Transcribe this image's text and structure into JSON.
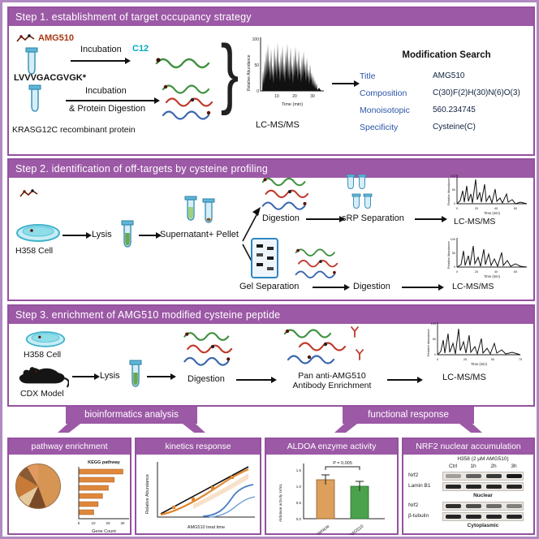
{
  "step1": {
    "header": "Step 1. establishment of target occupancy strategy",
    "amg510_label": "AMG510",
    "incubation1": "Incubation",
    "c12_label": "C12",
    "peptide": "LVVVGACGVGK*",
    "incubation2": "Incubation",
    "protein_digestion": "& Protein Digestion",
    "kras_label": "KRASG12C recombinant protein",
    "brace": "}",
    "lcms_label": "LC-MS/MS",
    "chrom": {
      "ylabel": "Relative Abundance",
      "xlabel": "Time (min)",
      "yticks": [
        "100",
        "50",
        "0"
      ],
      "xticks": [
        "10",
        "20",
        "30"
      ]
    },
    "search": {
      "heading": "Modification Search",
      "rows": [
        {
          "label": "Title",
          "value": "AMG510"
        },
        {
          "label": "Composition",
          "value": "C(30)F(2)H(30)N(6)O(3)"
        },
        {
          "label": "Monoisotopic",
          "value": "560.234745"
        },
        {
          "label": "Specificity",
          "value": "Cysteine(C)"
        }
      ]
    }
  },
  "step2": {
    "header": "Step 2. identification of off-targets by cysteine profiling",
    "cell_label": "H358 Cell",
    "lysis": "Lysis",
    "supernatant": "Supernatant+ Pellet",
    "digestion_top": "Digestion",
    "srp": "sRP Separation",
    "lcms_top": "LC-MS/MS",
    "gel": "Gel Separation",
    "digestion_bottom": "Digestion",
    "lcms_bottom": "LC-MS/MS",
    "chrom_top": {
      "ylabel": "Relative Abundance",
      "xlabel": "Time (min)",
      "yticks": [
        "100",
        "50",
        "0"
      ],
      "xticks": [
        "0",
        "20",
        "40",
        "60"
      ]
    },
    "chrom_bottom": {
      "ylabel": "Relative Abundance",
      "xlabel": "Time (min)",
      "yticks": [
        "100",
        "50",
        "0"
      ],
      "xticks": [
        "0",
        "20",
        "40",
        "60"
      ]
    }
  },
  "step3": {
    "header": "Step 3. enrichment of AMG510 modified cysteine peptide",
    "cell_label": "H358 Cell",
    "cdx_label": "CDX Model",
    "lysis": "Lysis",
    "digestion": "Digestion",
    "antibody_line1": "Pan anti-AMG510",
    "antibody_line2": "Antibody Enrichment",
    "lcms": "LC-MS/MS",
    "chrom": {
      "ylabel": "Relative Abundance",
      "xlabel": "Time (min)",
      "yticks": [
        "100",
        "50",
        "0"
      ],
      "xticks": [
        "0",
        "25",
        "50",
        "75"
      ]
    }
  },
  "banners": {
    "left": "bioinformatics analysis",
    "right": "functional response"
  },
  "pathway": {
    "header": "pathway enrichment",
    "chart": {
      "type": "bar",
      "title": "KEGG pathway",
      "xlabel": "Gene Count",
      "xticks": [
        "0",
        "10",
        "20",
        "30"
      ],
      "values": [
        30,
        24,
        20,
        16,
        13,
        10
      ]
    }
  },
  "kinetics": {
    "header": "kinetics response",
    "ylabel": "Relative Abundance",
    "xlabel": "AMG510 treat time"
  },
  "aldoa": {
    "header": "ALDOA enzyme activity",
    "pvalue": "P = 0.005",
    "ylabel": "Aldolase activity U/mL",
    "yticks": [
      "1.5",
      "1.0",
      "0.5",
      "0.0"
    ],
    "bars": [
      {
        "label": "Vehicle",
        "value": 1.2,
        "color": "#dd9f5c"
      },
      {
        "label": "AMG510",
        "value": 1.0,
        "color": "#4aa34c"
      }
    ]
  },
  "nrf2": {
    "header": "NRF2 nuclear accumulation",
    "blot_title": "H358 (2 μM AMG510)",
    "lanes": [
      "Ctrl",
      "1h",
      "2h",
      "3h"
    ],
    "nuclear": {
      "rows": [
        "Nrf2",
        "Lamin B1"
      ],
      "label": "Nuclear"
    },
    "cytoplasmic": {
      "rows": [
        "Nrf2",
        "β-tubulin"
      ],
      "label": "Cytoplasmic"
    }
  }
}
